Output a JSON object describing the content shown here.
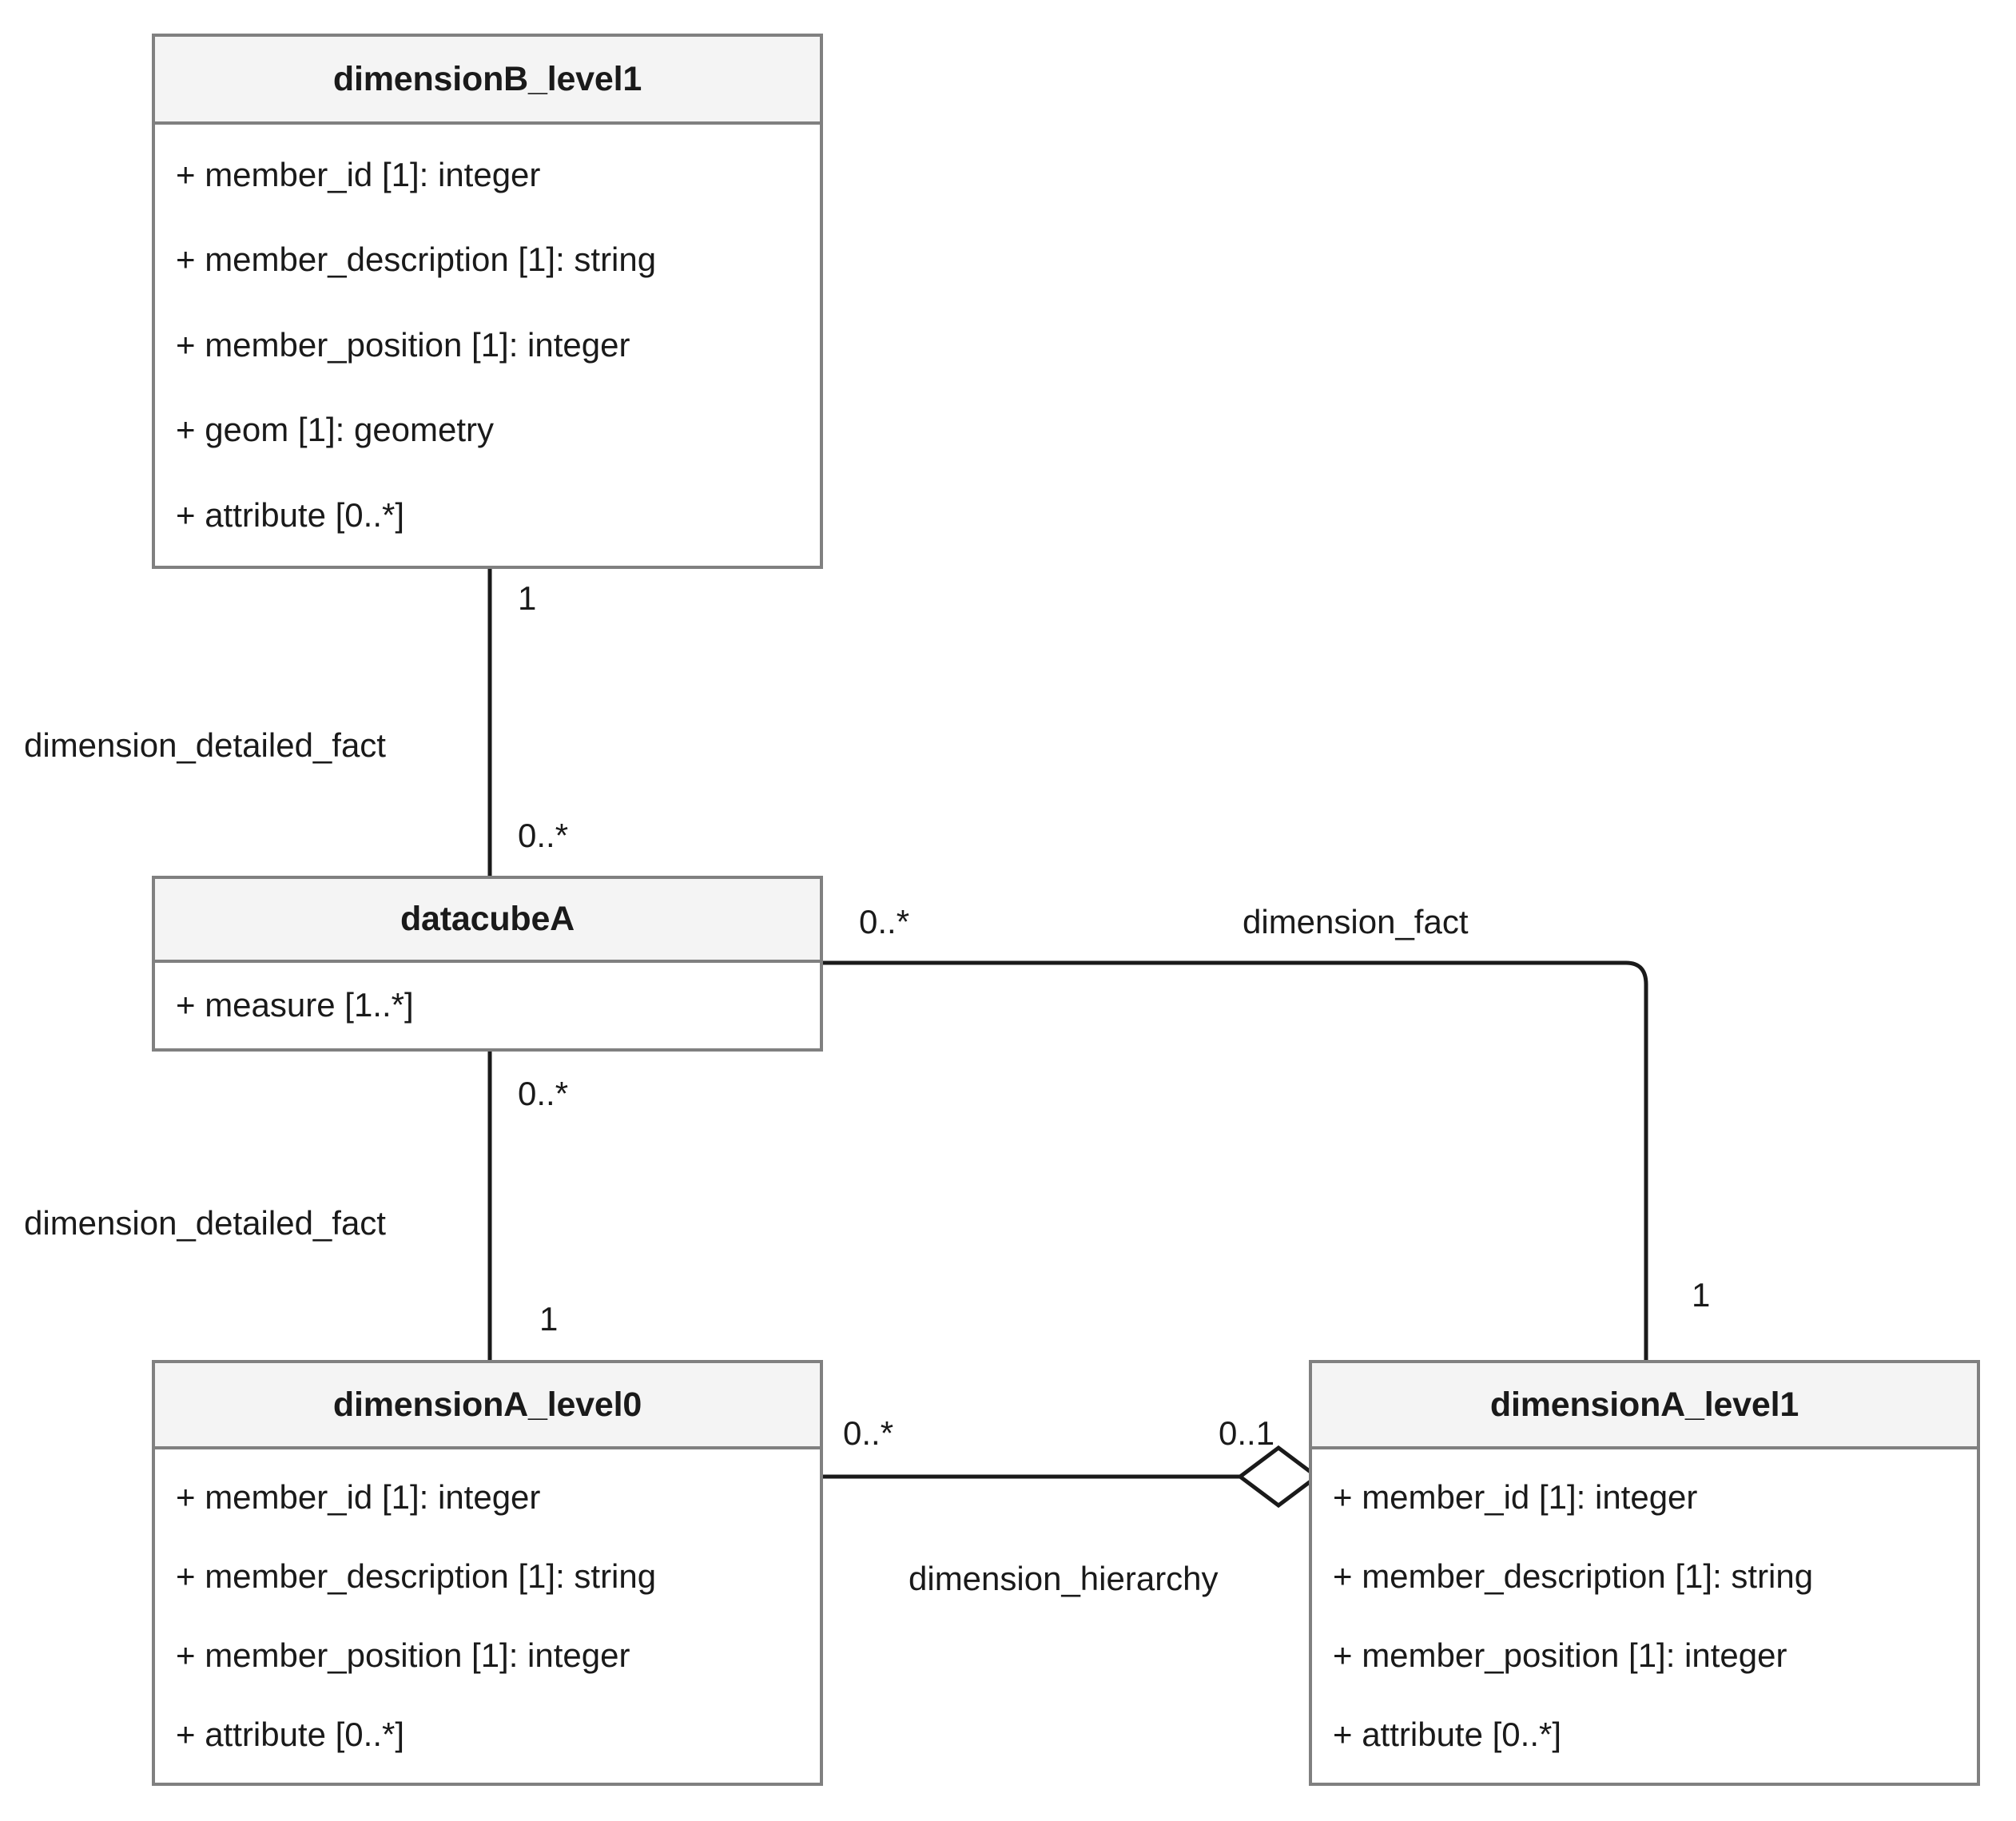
{
  "diagram": {
    "title": "UML class diagram of datacube and dimension levels",
    "type": "uml-class-diagram",
    "background_color": "#ffffff",
    "box_header_fill": "#f4f4f4",
    "box_border_color": "#808080",
    "edge_color": "#1a1a1a"
  },
  "classes": [
    {
      "id": "dimensionB_level1",
      "name": "dimensionB_level1",
      "attributes": [
        "+ member_id [1]: integer",
        "+ member_description [1]: string",
        "+ member_position [1]: integer",
        "+ geom [1]: geometry",
        "+ attribute [0..*]"
      ]
    },
    {
      "id": "datacubeA",
      "name": "datacubeA",
      "attributes": [
        "+ measure [1..*]"
      ]
    },
    {
      "id": "dimensionA_level0",
      "name": "dimensionA_level0",
      "attributes": [
        "+ member_id [1]: integer",
        "+ member_description [1]: string",
        "+ member_position [1]: integer",
        "+ attribute [0..*]"
      ]
    },
    {
      "id": "dimensionA_level1",
      "name": "dimensionA_level1",
      "attributes": [
        "+ member_id [1]: integer",
        "+ member_description [1]: string",
        "+ member_position [1]: integer",
        "+ attribute [0..*]"
      ]
    }
  ],
  "associations": [
    {
      "id": "assoc-b1-datacube",
      "label": "dimension_detailed_fact",
      "source": "dimensionB_level1",
      "target": "datacubeA",
      "source_multiplicity": "1",
      "target_multiplicity": "0..*",
      "kind": "association"
    },
    {
      "id": "assoc-datacube-a0",
      "label": "dimension_detailed_fact",
      "source": "datacubeA",
      "target": "dimensionA_level0",
      "source_multiplicity": "0..*",
      "target_multiplicity": "1",
      "kind": "association"
    },
    {
      "id": "assoc-datacube-a1",
      "label": "dimension_fact",
      "source": "datacubeA",
      "target": "dimensionA_level1",
      "source_multiplicity": "0..*",
      "target_multiplicity": "1",
      "kind": "association"
    },
    {
      "id": "assoc-a0-a1",
      "label": "dimension_hierarchy",
      "source": "dimensionA_level0",
      "target": "dimensionA_level1",
      "source_multiplicity": "0..*",
      "target_multiplicity": "0..1",
      "kind": "aggregation"
    }
  ]
}
